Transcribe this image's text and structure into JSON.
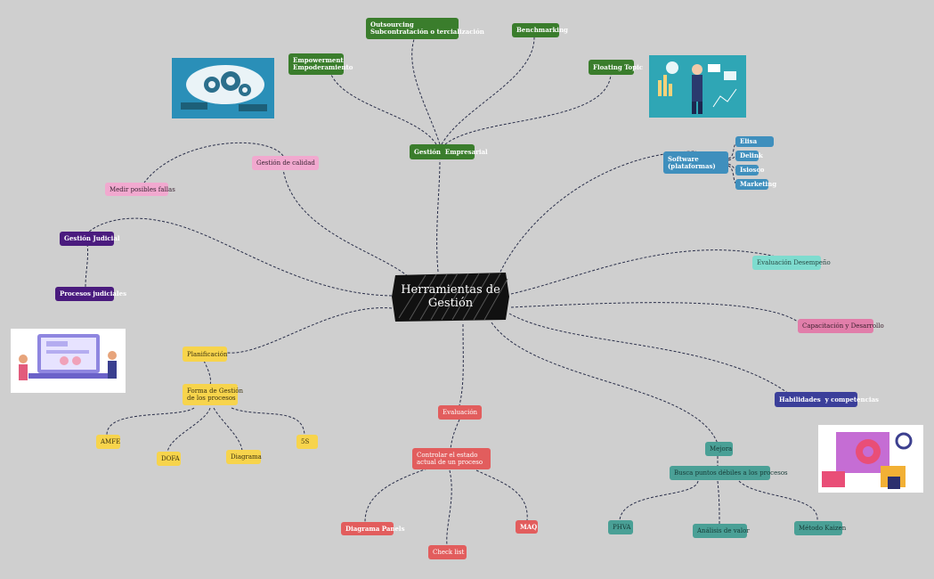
{
  "central": {
    "label": "Herramientas de\nGestión"
  },
  "nodes": {
    "outsourcing": "Outsourcing\nSubcontratación o tercialización",
    "benchmarking": "Benchmarking",
    "empowerment": "Empowerment\nEmpoderamiento",
    "floating": "Floating Topic",
    "gestion_empresarial": "Gestión  Empresarial",
    "gestion_calidad": "Gestión de calidad",
    "medir_fallas": "Medir posibles fallas",
    "gestion_judicial": "Gestión Judicial",
    "procesos_judiciales": "Procesos judiciales",
    "software": "Software\n(plataformas)",
    "elisa": "Elisa",
    "delink": "Delink",
    "isiosco": "Isiosco",
    "marketing": "Marketing",
    "evaluacion_desempeno": "Evaluación Desempeño",
    "capacitacion": "Capacitación y Desarrollo",
    "habilidades": "Habilidades  y competencias",
    "planificacion": "Planificación",
    "forma_gestion": "Forma de Gestión\nde los procesos",
    "amfe": "AMFE",
    "dofa": "DOFA",
    "diagrama": "Diagrama",
    "five_s": "5S",
    "evaluacion": "Evaluación",
    "controlar": "Controlar el estado\nactual de un proceso",
    "diagrama_panels": "Diagrama Panels",
    "check_list": "Check list",
    "maq": "MAQ",
    "mejora": "Mejora",
    "buscar": "Busca puntos débiles a los procesos",
    "phva": "PHVA",
    "analisis": "Análisis de valor",
    "kaizen": "Método Kaizen"
  },
  "colors": {
    "background": "#cfcfcf",
    "connector": "#2a2f4a",
    "green": "#3a7d2c",
    "pink": "#f1a9cf",
    "purple": "#4a1b7e",
    "blue": "#3f8fbd",
    "teal": "#7edccf",
    "rose": "#e17eaa",
    "indigo": "#3b3f9a",
    "yellow": "#f7d44c",
    "red": "#e25d5d",
    "dark_teal": "#3c9a92"
  },
  "images": [
    "gears-teamwork-illustration",
    "businessman-analytics-illustration",
    "online-learning-illustration",
    "data-analysis-illustration"
  ]
}
